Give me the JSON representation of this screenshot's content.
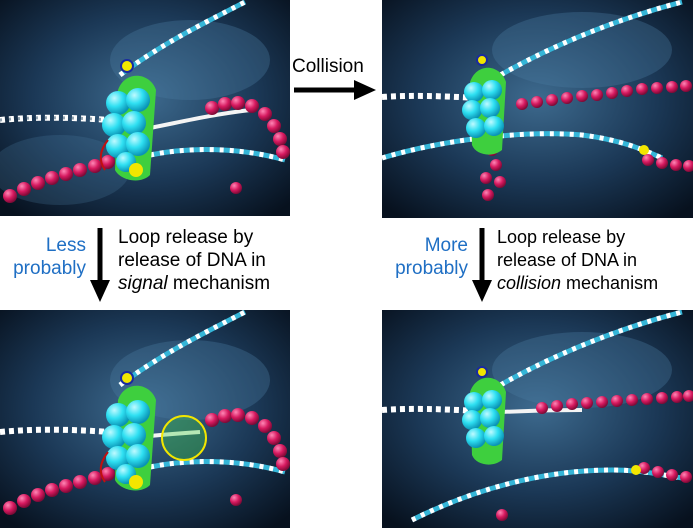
{
  "collision_label": "Collision",
  "left_prob": {
    "line1": "Less",
    "line2": "probably"
  },
  "right_prob": {
    "line1": "More",
    "line2": "probably"
  },
  "left_caption": {
    "line1": "Loop release by",
    "line2": "release of DNA in",
    "italic": "signal",
    "rest": " mechanism"
  },
  "right_caption": {
    "line1": "Loop release by",
    "line2": "release of DNA in",
    "italic": "collision",
    "rest": " mechanism"
  },
  "colors": {
    "accent_blue": "#1f6fc4",
    "dna_blue": "#35b6d8",
    "protein_cyan": "#2fe0f2",
    "protein_green": "#3ecf3e",
    "bead_magenta": "#d6195f",
    "yellow": "#f2e600"
  }
}
